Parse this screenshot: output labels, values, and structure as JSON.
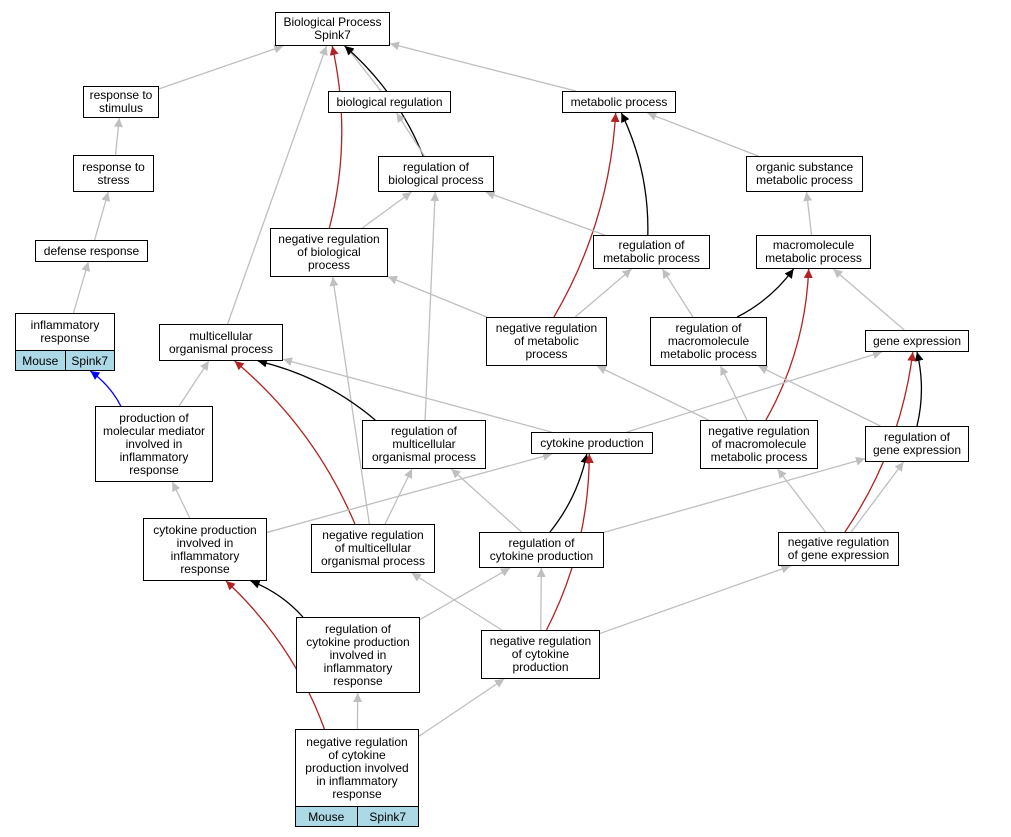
{
  "nodes": [
    {
      "id": "bp",
      "label": "Biological Process\nSpink7"
    },
    {
      "id": "rts",
      "label": "response to\nstimulus"
    },
    {
      "id": "br",
      "label": "biological regulation"
    },
    {
      "id": "mp",
      "label": "metabolic process"
    },
    {
      "id": "rtstress",
      "label": "response to\nstress"
    },
    {
      "id": "rbp",
      "label": "regulation of\nbiological process"
    },
    {
      "id": "osmp",
      "label": "organic substance\nmetabolic process"
    },
    {
      "id": "dr",
      "label": "defense response"
    },
    {
      "id": "nrbp",
      "label": "negative regulation\nof biological\nprocess"
    },
    {
      "id": "rmp",
      "label": "regulation of\nmetabolic process"
    },
    {
      "id": "mmp",
      "label": "macromolecule\nmetabolic process"
    },
    {
      "id": "ir",
      "label": "inflammatory\nresponse",
      "tags": [
        "Mouse",
        "Spink7"
      ]
    },
    {
      "id": "mop",
      "label": "multicellular\norganismal process"
    },
    {
      "id": "nrmp",
      "label": "negative regulation\nof metabolic\nprocess"
    },
    {
      "id": "rmmp",
      "label": "regulation of\nmacromolecule\nmetabolic process"
    },
    {
      "id": "ge",
      "label": "gene expression"
    },
    {
      "id": "pmm",
      "label": "production of\nmolecular mediator\ninvolved in\ninflammatory\nresponse"
    },
    {
      "id": "rmop",
      "label": "regulation of\nmulticellular\norganismal process"
    },
    {
      "id": "cp",
      "label": "cytokine production"
    },
    {
      "id": "nrmmp",
      "label": "negative regulation\nof macromolecule\nmetabolic process"
    },
    {
      "id": "rge",
      "label": "regulation of\ngene expression"
    },
    {
      "id": "cpir",
      "label": "cytokine production\ninvolved in\ninflammatory\nresponse"
    },
    {
      "id": "nrmop",
      "label": "negative regulation\nof multicellular\norganismal process"
    },
    {
      "id": "rcp",
      "label": "regulation of\ncytokine production"
    },
    {
      "id": "nrge",
      "label": "negative regulation\nof gene expression"
    },
    {
      "id": "rcpir",
      "label": "regulation of\ncytokine production\ninvolved in\ninflammatory\nresponse"
    },
    {
      "id": "nrcp",
      "label": "negative regulation\nof cytokine\nproduction"
    },
    {
      "id": "nrcpir",
      "label": "negative regulation\nof cytokine\nproduction involved\nin inflammatory\nresponse",
      "tags": [
        "Mouse",
        "Spink7"
      ]
    }
  ],
  "edges": [
    {
      "from": "rts",
      "to": "bp",
      "type": "is_a"
    },
    {
      "from": "br",
      "to": "bp",
      "type": "is_a"
    },
    {
      "from": "mp",
      "to": "bp",
      "type": "is_a"
    },
    {
      "from": "mop",
      "to": "bp",
      "type": "is_a"
    },
    {
      "from": "rbp",
      "to": "bp",
      "type": "regulates"
    },
    {
      "from": "nrbp",
      "to": "bp",
      "type": "negatively_regulates"
    },
    {
      "from": "rtstress",
      "to": "rts",
      "type": "is_a"
    },
    {
      "from": "rbp",
      "to": "br",
      "type": "is_a"
    },
    {
      "from": "osmp",
      "to": "mp",
      "type": "is_a"
    },
    {
      "from": "rmp",
      "to": "mp",
      "type": "regulates"
    },
    {
      "from": "nrmp",
      "to": "mp",
      "type": "negatively_regulates"
    },
    {
      "from": "dr",
      "to": "rtstress",
      "type": "is_a"
    },
    {
      "from": "nrbp",
      "to": "rbp",
      "type": "is_a"
    },
    {
      "from": "rmp",
      "to": "rbp",
      "type": "is_a"
    },
    {
      "from": "rmop",
      "to": "rbp",
      "type": "is_a"
    },
    {
      "from": "mmp",
      "to": "osmp",
      "type": "is_a"
    },
    {
      "from": "ir",
      "to": "dr",
      "type": "is_a"
    },
    {
      "from": "nrmp",
      "to": "nrbp",
      "type": "is_a"
    },
    {
      "from": "nrmop",
      "to": "nrbp",
      "type": "is_a"
    },
    {
      "from": "nrmp",
      "to": "rmp",
      "type": "is_a"
    },
    {
      "from": "rmmp",
      "to": "rmp",
      "type": "is_a"
    },
    {
      "from": "rmmp",
      "to": "mmp",
      "type": "regulates"
    },
    {
      "from": "ge",
      "to": "mmp",
      "type": "is_a"
    },
    {
      "from": "nrmmp",
      "to": "mmp",
      "type": "negatively_regulates"
    },
    {
      "from": "pmm",
      "to": "ir",
      "type": "part_of"
    },
    {
      "from": "pmm",
      "to": "mop",
      "type": "is_a"
    },
    {
      "from": "cp",
      "to": "mop",
      "type": "is_a"
    },
    {
      "from": "rmop",
      "to": "mop",
      "type": "regulates"
    },
    {
      "from": "nrmop",
      "to": "mop",
      "type": "negatively_regulates"
    },
    {
      "from": "nrmmp",
      "to": "nrmp",
      "type": "is_a"
    },
    {
      "from": "nrmmp",
      "to": "rmmp",
      "type": "is_a"
    },
    {
      "from": "rge",
      "to": "rmmp",
      "type": "is_a"
    },
    {
      "from": "cp",
      "to": "ge",
      "type": "is_a"
    },
    {
      "from": "rge",
      "to": "ge",
      "type": "regulates"
    },
    {
      "from": "nrge",
      "to": "ge",
      "type": "negatively_regulates"
    },
    {
      "from": "cpir",
      "to": "pmm",
      "type": "is_a"
    },
    {
      "from": "nrmop",
      "to": "rmop",
      "type": "is_a"
    },
    {
      "from": "rcp",
      "to": "rmop",
      "type": "is_a"
    },
    {
      "from": "cpir",
      "to": "cp",
      "type": "is_a"
    },
    {
      "from": "rcp",
      "to": "cp",
      "type": "regulates"
    },
    {
      "from": "nrcp",
      "to": "cp",
      "type": "negatively_regulates"
    },
    {
      "from": "nrge",
      "to": "nrmmp",
      "type": "is_a"
    },
    {
      "from": "nrge",
      "to": "rge",
      "type": "is_a"
    },
    {
      "from": "rcp",
      "to": "rge",
      "type": "is_a"
    },
    {
      "from": "rcpir",
      "to": "cpir",
      "type": "regulates"
    },
    {
      "from": "nrcpir",
      "to": "cpir",
      "type": "negatively_regulates"
    },
    {
      "from": "rcpir",
      "to": "rcp",
      "type": "is_a"
    },
    {
      "from": "nrcp",
      "to": "rcp",
      "type": "is_a"
    },
    {
      "from": "nrcp",
      "to": "nrmop",
      "type": "is_a"
    },
    {
      "from": "nrcp",
      "to": "nrge",
      "type": "is_a"
    },
    {
      "from": "nrcpir",
      "to": "rcpir",
      "type": "is_a"
    },
    {
      "from": "nrcpir",
      "to": "nrcp",
      "type": "is_a"
    }
  ],
  "edge_colors": {
    "is_a": "#bfbfbf",
    "regulates": "#000000",
    "negatively_regulates": "#b22222",
    "part_of": "#0000ff"
  },
  "tag_color": "#add8e6"
}
